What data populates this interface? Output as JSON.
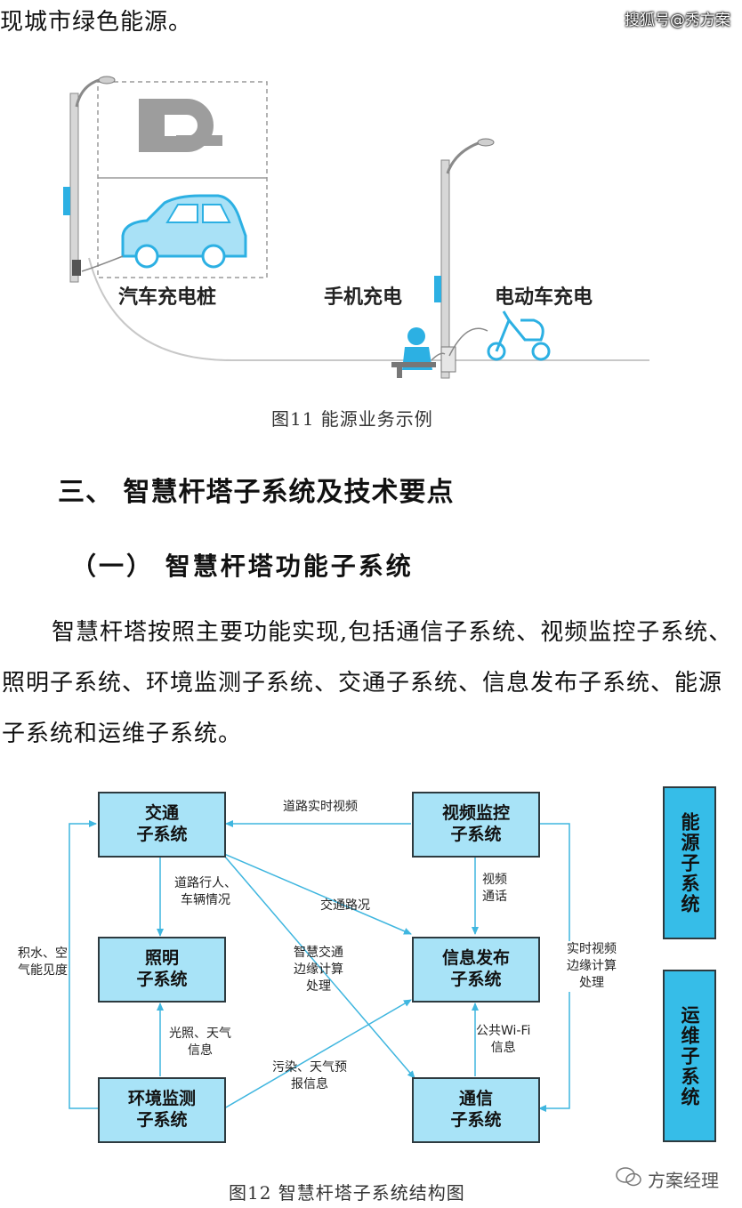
{
  "top_text": "现城市绿色能源。",
  "watermark": "搜狐号@秀方案",
  "figure11": {
    "labels": {
      "car": "汽车充电桩",
      "phone": "手机充电",
      "ebike": "电动车充电"
    },
    "caption": "图11 能源业务示例"
  },
  "section": {
    "heading": "三、 智慧杆塔子系统及技术要点",
    "subheading": "（一） 智慧杆塔功能子系统",
    "paragraph_lines": [
      "智慧杆塔按照主要功能实现,包括通信子系统、视频监控子系统、",
      "照明子系统、环境监测子系统、交通子系统、信息发布子系统、能源",
      "子系统和运维子系统。"
    ]
  },
  "figure12": {
    "boxes": {
      "traffic": [
        "交通",
        "子系统"
      ],
      "video": [
        "视频监控",
        "子系统"
      ],
      "lighting": [
        "照明",
        "子系统"
      ],
      "info": [
        "信息发布",
        "子系统"
      ],
      "env": [
        "环境监测",
        "子系统"
      ],
      "comm": [
        "通信",
        "子系统"
      ],
      "energy": "能源子系统",
      "ops": "运维子系统"
    },
    "edges": {
      "video_traffic": "道路实时视频",
      "traffic_lighting": [
        "道路行人、",
        "车辆情况"
      ],
      "traffic_info": "交通路况",
      "traffic_comm": [
        "智慧交通",
        "边缘计算",
        "处理"
      ],
      "video_info": [
        "视频",
        "通话"
      ],
      "video_comm": [
        "实时视频",
        "边缘计算",
        "处理"
      ],
      "env_traffic": [
        "积水、空",
        "气能见度"
      ],
      "env_lighting": [
        "光照、天气",
        "信息"
      ],
      "env_info": [
        "污染、天气预",
        "报信息"
      ],
      "comm_info": [
        "公共Wi-Fi",
        "信息"
      ]
    },
    "caption": "图12 智慧杆塔子系统结构图",
    "wechat_label": "方案经理"
  },
  "colors": {
    "box_light": "#a8e3f7",
    "box_dark": "#36bde8",
    "arrow": "#3fb6df",
    "accent": "#5cc6ec"
  }
}
